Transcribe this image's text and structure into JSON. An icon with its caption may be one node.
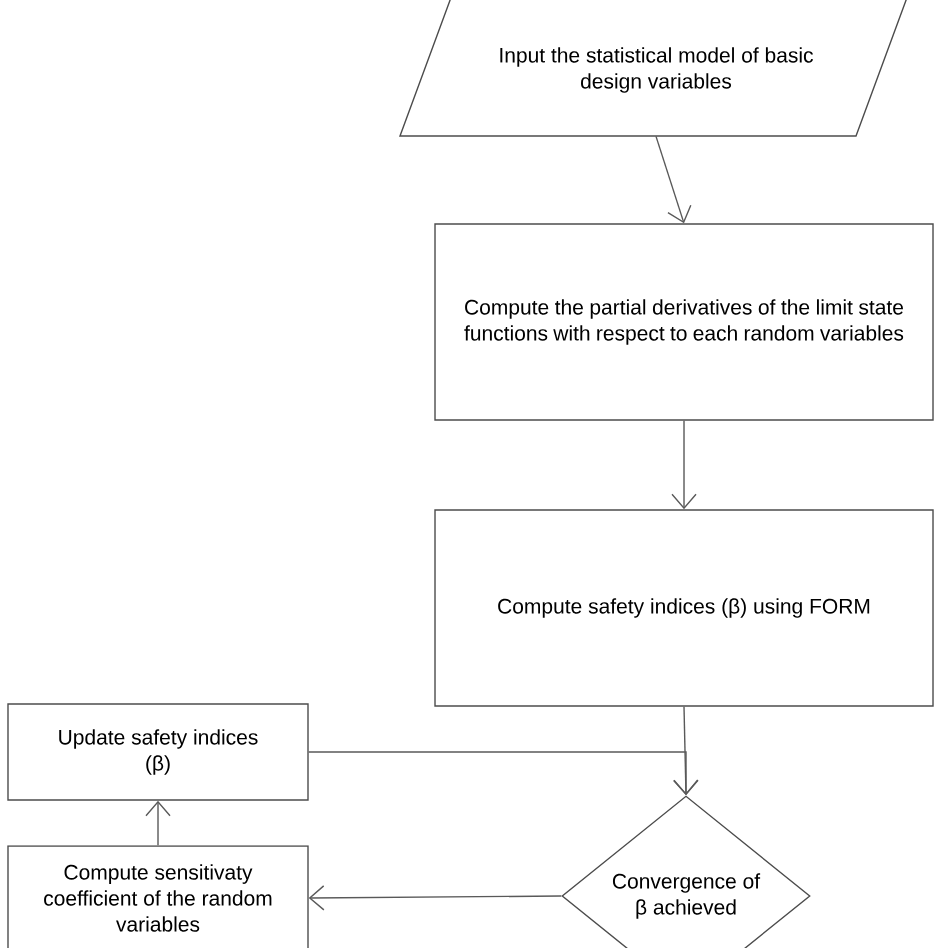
{
  "diagram": {
    "nodes": [
      {
        "text": [
          "Input the statistical model of basic design variables"
        ]
      },
      {
        "text": [
          "Compute the partial derivatives of the limit state functions with respect to each random variables"
        ]
      },
      {
        "text": [
          "Compute safety indices (β) using FORM"
        ]
      },
      {
        "text": [
          "Update safety indices (β)"
        ]
      },
      {
        "text": [
          "Compute sensitivaty coefficient of the random variables"
        ]
      },
      {
        "text": [
          "Convergence of β achieved"
        ]
      }
    ],
    "edges": [
      {
        "from": 0,
        "to": 1,
        "arrow": "to"
      },
      {
        "from": 1,
        "to": 2,
        "arrow": "to"
      },
      {
        "from": 2,
        "to": 5,
        "arrow": "to"
      },
      {
        "from": 5,
        "to": 4,
        "arrow": "to"
      },
      {
        "from": 4,
        "to": 3,
        "arrow": "to"
      },
      {
        "from": 3,
        "to": 5,
        "arrow": "to"
      }
    ]
  }
}
